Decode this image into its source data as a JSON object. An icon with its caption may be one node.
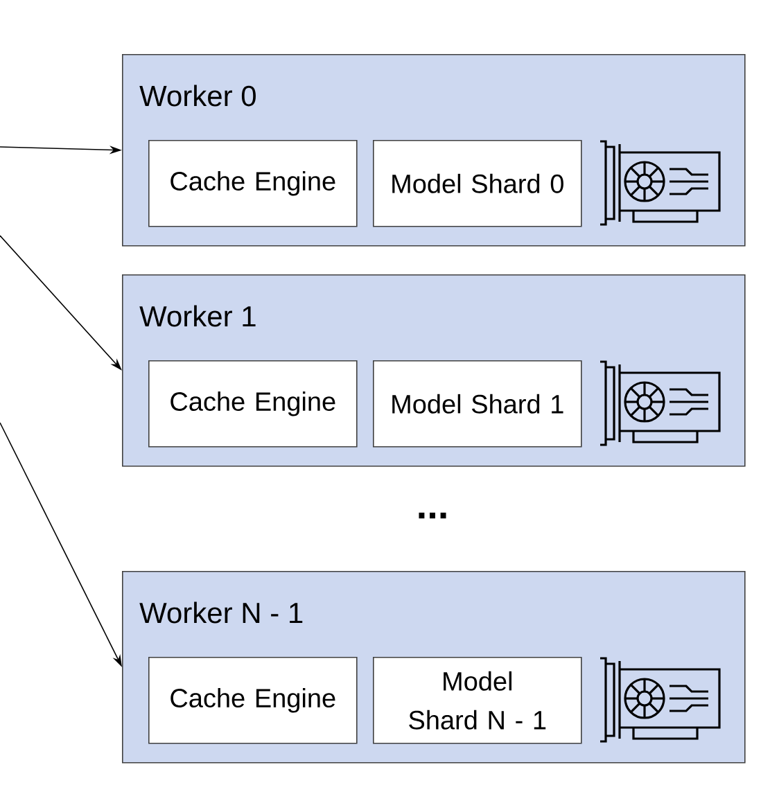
{
  "diagram": {
    "nodes": [
      {
        "text": [
          "Worker 0"
        ]
      },
      {
        "text": [
          "Cache Engine"
        ],
        "in": 0
      },
      {
        "text": [
          "Model Shard 0"
        ],
        "in": 0
      },
      {
        "text": [
          "Worker 1"
        ]
      },
      {
        "text": [
          "Cache Engine"
        ],
        "in": 3
      },
      {
        "text": [
          "Model Shard 1"
        ],
        "in": 3
      },
      {
        "text": [
          "Worker N - 1"
        ]
      },
      {
        "text": [
          "Cache Engine"
        ],
        "in": 6
      },
      {
        "text": [
          "Model Shard N - 1"
        ],
        "in": 6
      }
    ],
    "edges": [
      {
        "from": null,
        "to": 0,
        "arrow": "to"
      },
      {
        "from": null,
        "to": 3,
        "arrow": "to"
      },
      {
        "from": null,
        "to": 6,
        "arrow": "to"
      }
    ],
    "labels": [
      "..."
    ]
  }
}
